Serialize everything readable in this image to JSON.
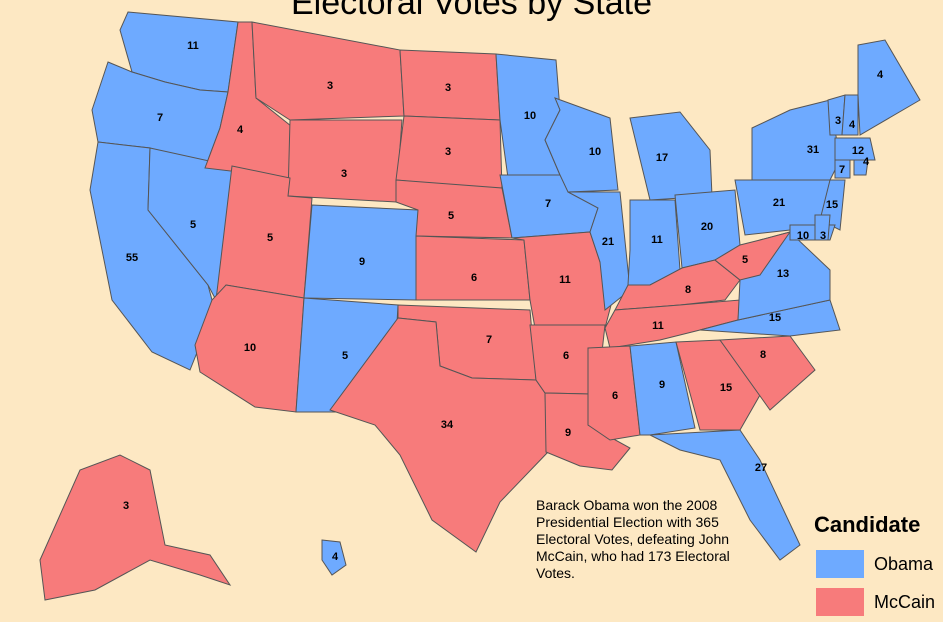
{
  "map": {
    "title": "Electoral Votes by State",
    "note": "Barack Obama won the 2008 Presidential Election with 365 Electoral Votes, defeating John McCain, who had 173 Electoral Votes.",
    "legend": {
      "title": "Candidate",
      "items": [
        {
          "label": "Obama",
          "color": "#6eaaff"
        },
        {
          "label": "McCain",
          "color": "#f77b7b"
        }
      ]
    },
    "colors": {
      "background": "#fde8c3",
      "obama": "#6eaaff",
      "mccain": "#f77b7b",
      "border": "#555555"
    },
    "states": {
      "WA": {
        "ev": "11",
        "winner": "obama"
      },
      "OR": {
        "ev": "7",
        "winner": "obama"
      },
      "CA": {
        "ev": "55",
        "winner": "obama"
      },
      "NV": {
        "ev": "5",
        "winner": "obama"
      },
      "ID": {
        "ev": "4",
        "winner": "mccain"
      },
      "MT": {
        "ev": "3",
        "winner": "mccain"
      },
      "WY": {
        "ev": "3",
        "winner": "mccain"
      },
      "UT": {
        "ev": "5",
        "winner": "mccain"
      },
      "AZ": {
        "ev": "10",
        "winner": "mccain"
      },
      "CO": {
        "ev": "9",
        "winner": "obama"
      },
      "NM": {
        "ev": "5",
        "winner": "obama"
      },
      "ND": {
        "ev": "3",
        "winner": "mccain"
      },
      "SD": {
        "ev": "3",
        "winner": "mccain"
      },
      "NE": {
        "ev": "5",
        "winner": "mccain"
      },
      "KS": {
        "ev": "6",
        "winner": "mccain"
      },
      "OK": {
        "ev": "7",
        "winner": "mccain"
      },
      "TX": {
        "ev": "34",
        "winner": "mccain"
      },
      "MN": {
        "ev": "10",
        "winner": "obama"
      },
      "IA": {
        "ev": "7",
        "winner": "obama"
      },
      "MO": {
        "ev": "11",
        "winner": "mccain"
      },
      "AR": {
        "ev": "6",
        "winner": "mccain"
      },
      "LA": {
        "ev": "9",
        "winner": "mccain"
      },
      "WI": {
        "ev": "10",
        "winner": "obama"
      },
      "IL": {
        "ev": "21",
        "winner": "obama"
      },
      "MI": {
        "ev": "17",
        "winner": "obama"
      },
      "IN": {
        "ev": "11",
        "winner": "obama"
      },
      "OH": {
        "ev": "20",
        "winner": "obama"
      },
      "KY": {
        "ev": "8",
        "winner": "mccain"
      },
      "TN": {
        "ev": "11",
        "winner": "mccain"
      },
      "MS": {
        "ev": "6",
        "winner": "mccain"
      },
      "AL": {
        "ev": "9",
        "winner": "obama"
      },
      "GA": {
        "ev": "15",
        "winner": "mccain"
      },
      "FL": {
        "ev": "27",
        "winner": "obama"
      },
      "SC": {
        "ev": "8",
        "winner": "mccain"
      },
      "NC": {
        "ev": "15",
        "winner": "obama"
      },
      "VA": {
        "ev": "13",
        "winner": "obama"
      },
      "WV": {
        "ev": "5",
        "winner": "mccain"
      },
      "PA": {
        "ev": "21",
        "winner": "obama"
      },
      "NY": {
        "ev": "31",
        "winner": "obama"
      },
      "NJ": {
        "ev": "15",
        "winner": "obama"
      },
      "MD": {
        "ev": "10",
        "winner": "obama"
      },
      "DE": {
        "ev": "3",
        "winner": "obama"
      },
      "VT": {
        "ev": "3",
        "winner": "obama"
      },
      "NH": {
        "ev": "4",
        "winner": "obama"
      },
      "ME": {
        "ev": "4",
        "winner": "obama"
      },
      "MA": {
        "ev": "12",
        "winner": "obama"
      },
      "CT": {
        "ev": "7",
        "winner": "obama"
      },
      "RI": {
        "ev": "4",
        "winner": "obama"
      },
      "AK": {
        "ev": "3",
        "winner": "mccain"
      },
      "HI": {
        "ev": "4",
        "winner": "obama"
      }
    }
  }
}
